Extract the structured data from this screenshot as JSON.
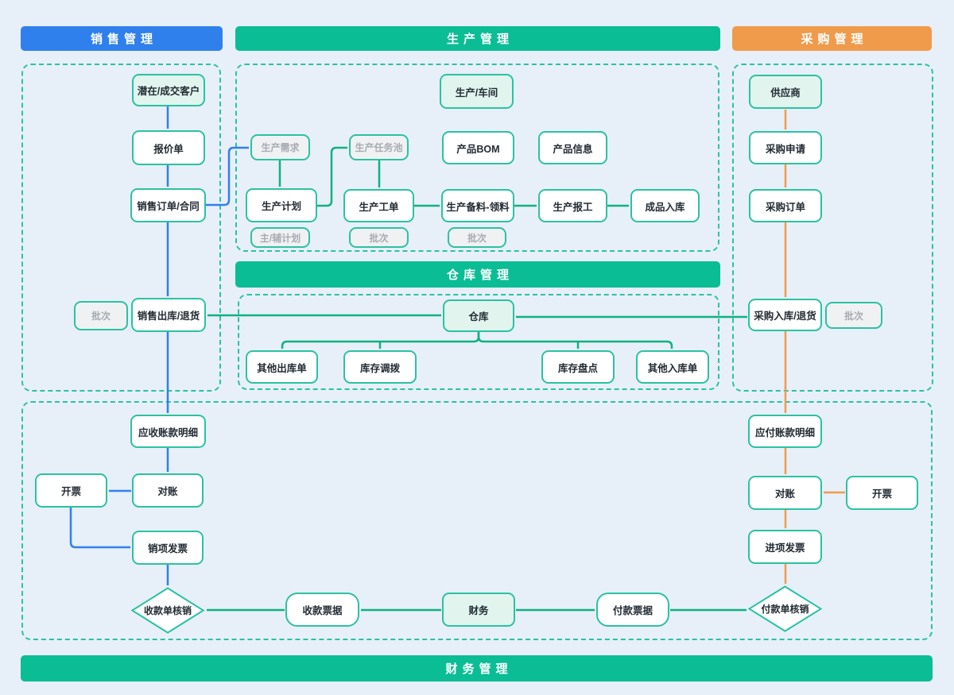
{
  "colors": {
    "bg": "#E7EFF8",
    "blue": "#2F80ED",
    "green": "#0BBD95",
    "green_line": "#10B181",
    "orange": "#F09B4C",
    "teal": "#2BC2A2",
    "mint": "#E1F5EE",
    "grey_fill": "#F0F1F3",
    "grey_text": "#A6ABB3",
    "ink": "#222B33"
  },
  "headers": {
    "sales": "销售管理",
    "production": "生产管理",
    "purchase": "采购管理",
    "warehouse": "仓库管理",
    "finance": "财务管理"
  },
  "nodes": {
    "customer": "潜在/成交客户",
    "quotation": "报价单",
    "sales_order": "销售订单/合同",
    "batch_left": "批次",
    "sales_outbound": "销售出库/退货",
    "receivable_detail": "应收账款明细",
    "invoice_left": "开票",
    "reconcile_left": "对账",
    "sales_invoice": "销项发票",
    "receipt_writeoff": "收款单核销",
    "workshop": "生产/车间",
    "prod_demand": "生产需求",
    "task_pool": "生产任务池",
    "product_bom": "产品BOM",
    "product_info": "产品信息",
    "prod_plan": "生产计划",
    "prod_order": "生产工单",
    "prod_material": "生产备料-领料",
    "prod_report": "生产报工",
    "finished_inbound": "成品入库",
    "main_aux_plan": "主/辅计划",
    "batch_order": "批次",
    "batch_material": "批次",
    "warehouse": "仓库",
    "other_outbound": "其他出库单",
    "stock_transfer": "库存调拨",
    "stock_check": "库存盘点",
    "other_inbound": "其他入库单",
    "supplier": "供应商",
    "purchase_request": "采购申请",
    "purchase_order": "采购订单",
    "purchase_inbound": "采购入库/退货",
    "batch_right": "批次",
    "payable_detail": "应付账款明细",
    "reconcile_right": "对账",
    "invoice_right": "开票",
    "input_invoice": "进项发票",
    "payment_writeoff": "付款单核销",
    "receipt_note": "收款票据",
    "finance": "财务",
    "payment_note": "付款票据"
  }
}
